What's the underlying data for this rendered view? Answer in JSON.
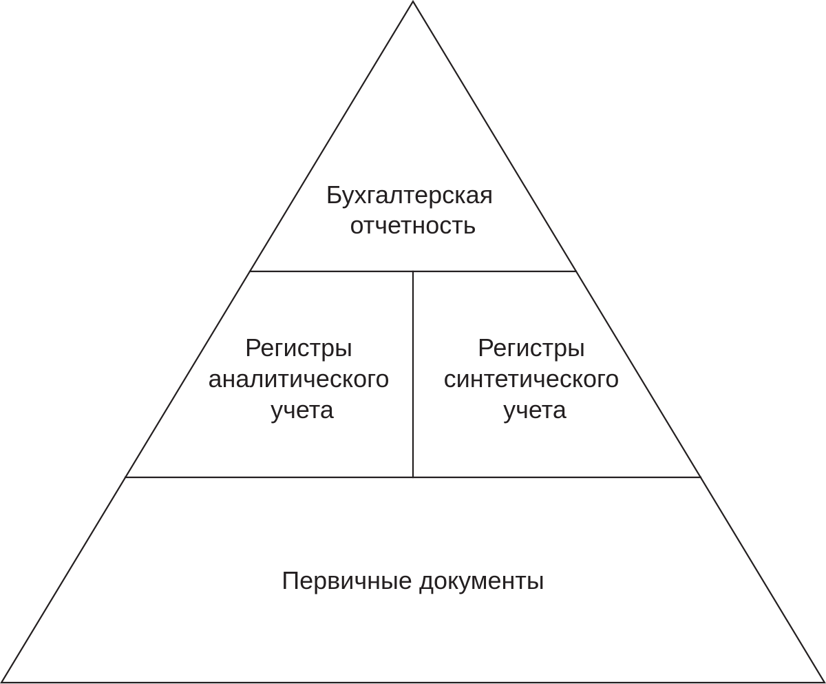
{
  "diagram": {
    "type": "pyramid",
    "tiers": {
      "top": {
        "lines": [
          "Бухгалтерская",
          "отчетность"
        ]
      },
      "middle_left": {
        "lines": [
          "Регистры",
          "аналитического",
          "учета"
        ]
      },
      "middle_right": {
        "lines": [
          "Регистры",
          "синтетического",
          "учета"
        ]
      },
      "bottom": {
        "lines": [
          "Первичные документы"
        ]
      }
    },
    "colors": {
      "line": "#231f20",
      "text": "#231f20",
      "background": "#ffffff"
    }
  }
}
